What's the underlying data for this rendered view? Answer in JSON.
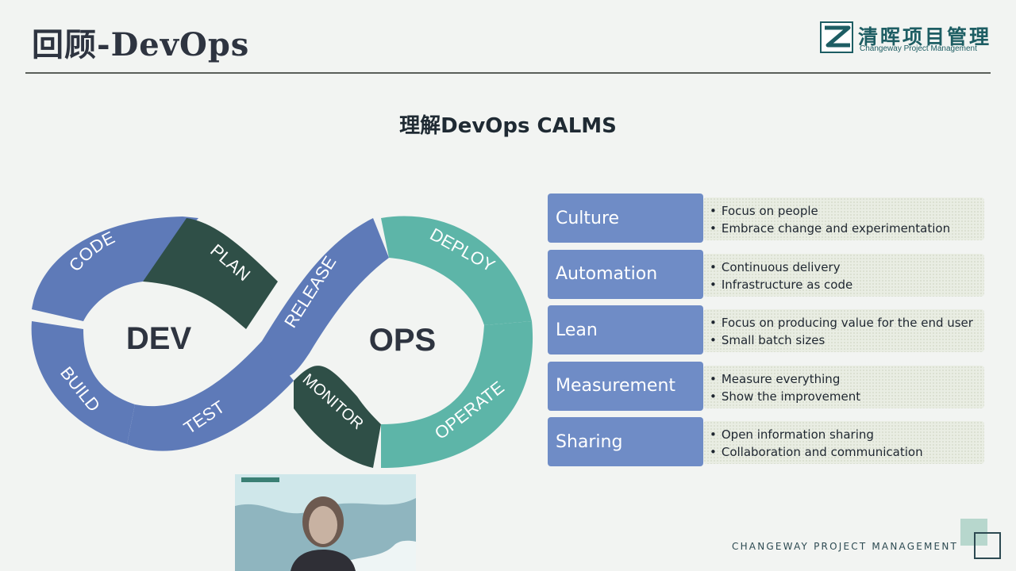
{
  "slide": {
    "title": "回顾-DevOps"
  },
  "logo": {
    "name": "清晖项目管理",
    "subtitle": "Changeway Project Management"
  },
  "section": {
    "title": "理解DevOps CALMS"
  },
  "infinity": {
    "dev_label": "DEV",
    "ops_label": "OPS",
    "segments": [
      "CODE",
      "PLAN",
      "BUILD",
      "TEST",
      "RELEASE",
      "DEPLOY",
      "MONITOR",
      "OPERATE"
    ],
    "colors": {
      "dev": "#5e7ab8",
      "ops": "#5db5a8",
      "dark": "#2f4f47"
    }
  },
  "calms": [
    {
      "pillar": "Culture",
      "points": [
        "Focus on people",
        "Embrace change and experimentation"
      ]
    },
    {
      "pillar": "Automation",
      "points": [
        "Continuous delivery",
        "Infrastructure as code"
      ]
    },
    {
      "pillar": "Lean",
      "points": [
        "Focus on producing value for the end user",
        "Small batch sizes"
      ]
    },
    {
      "pillar": "Measurement",
      "points": [
        "Measure everything",
        "Show the improvement"
      ]
    },
    {
      "pillar": "Sharing",
      "points": [
        "Open information sharing",
        "Collaboration and communication"
      ]
    }
  ],
  "footer": {
    "brand": "CHANGEWAY PROJECT MANAGEMENT"
  }
}
